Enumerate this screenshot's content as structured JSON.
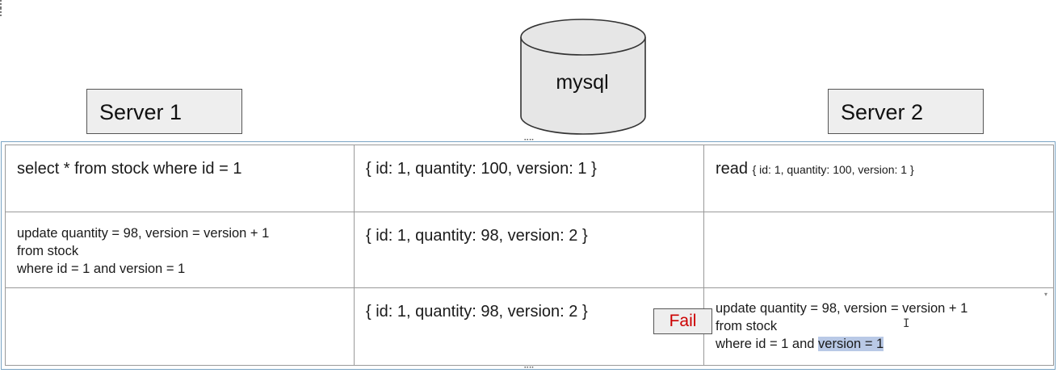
{
  "servers": {
    "server1": "Server 1",
    "server2": "Server 2"
  },
  "database": {
    "label": "mysql"
  },
  "rows": {
    "row1": {
      "server1": "select * from stock where id = 1",
      "db": "{ id: 1, quantity: 100, version: 1 }",
      "server2_read": "read",
      "server2_value": "{ id: 1, quantity: 100, version: 1 }"
    },
    "row2": {
      "server1_lines": [
        "update quantity = 98, version = version + 1",
        "from stock",
        "where id = 1 and version = 1"
      ],
      "db": "{ id: 1, quantity: 98, version: 2 }"
    },
    "row3": {
      "db": "{ id: 1, quantity: 98, version: 2 }",
      "fail": "Fail",
      "server2_line1": "update quantity = 98, version = version + 1",
      "server2_line2": "from stock",
      "server2_line3_prefix": "where id = 1 and ",
      "server2_line3_highlight": "version = 1"
    }
  },
  "colors": {
    "fail_text": "#cc0000",
    "selection_highlight": "#b9c9e6",
    "frame_border": "#7aa4c4"
  },
  "icons": {
    "cursor": "text-cursor-icon"
  }
}
